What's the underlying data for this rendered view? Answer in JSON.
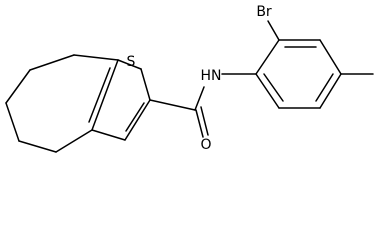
{
  "molecule": {
    "atom_labels": {
      "sulfur": "S",
      "amide_nh": "HN",
      "carbonyl_oxygen": "O",
      "bromine": "Br"
    },
    "colors": {
      "bond": "#000000",
      "text": "#000000",
      "background": "#ffffff"
    }
  }
}
